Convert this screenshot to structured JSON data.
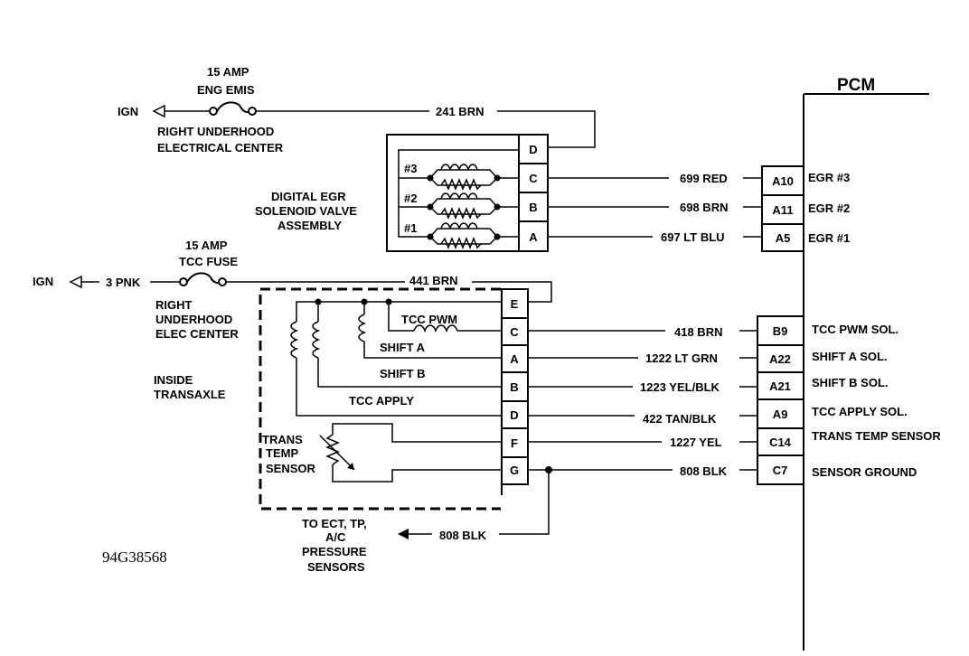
{
  "diagram_id": "94G38568",
  "pcm": {
    "title": "PCM",
    "pins": [
      {
        "pin": "A10",
        "function": "EGR #3"
      },
      {
        "pin": "A11",
        "function": "EGR #2"
      },
      {
        "pin": "A5",
        "function": "EGR #1"
      },
      {
        "pin": "B9",
        "function": "TCC PWM SOL."
      },
      {
        "pin": "A22",
        "function": "SHIFT A SOL."
      },
      {
        "pin": "A21",
        "function": "SHIFT B SOL."
      },
      {
        "pin": "A9",
        "function": "TCC APPLY SOL."
      },
      {
        "pin": "C14",
        "function": "TRANS TEMP SENSOR"
      },
      {
        "pin": "C7",
        "function": "SENSOR GROUND"
      }
    ]
  },
  "fuse_egr": {
    "amp": "15 AMP",
    "name": "ENG EMIS",
    "ign_label": "IGN",
    "location_line1": "RIGHT UNDERHOOD",
    "location_line2": "ELECTRICAL CENTER",
    "wire": "241 BRN"
  },
  "egr_valve": {
    "label_line1": "DIGITAL EGR",
    "label_line2": "SOLENOID VALVE",
    "label_line3": "ASSEMBLY",
    "pins": [
      "D",
      "C",
      "B",
      "A"
    ],
    "solenoids": [
      "#3",
      "#2",
      "#1"
    ],
    "wires": [
      "699 RED",
      "698 BRN",
      "697 LT BLU"
    ]
  },
  "fuse_tcc": {
    "amp": "15 AMP",
    "name": "TCC FUSE",
    "ign_label": "IGN",
    "feed_wire": "3 PNK",
    "location_line1": "RIGHT",
    "location_line2": "UNDERHOOD",
    "location_line3": "ELEC CENTER",
    "wire": "441 BRN"
  },
  "transaxle": {
    "label_line1": "INSIDE",
    "label_line2": "TRANSAXLE",
    "pins": [
      "E",
      "C",
      "A",
      "B",
      "D",
      "F",
      "G"
    ],
    "components": [
      "TCC PWM",
      "SHIFT A",
      "SHIFT B",
      "TCC  APPLY"
    ],
    "sensor_line1": "TRANS",
    "sensor_line2": "TEMP",
    "sensor_line3": "SENSOR",
    "wires": [
      "418 BRN",
      "1222 LT GRN",
      "1223 YEL/BLK",
      "422 TAN/BLK",
      "1227 YEL",
      "808 BLK"
    ]
  },
  "ground_branch": {
    "wire": "808 BLK",
    "label_line1": "TO ECT, TP,",
    "label_line2": "A/C",
    "label_line3": "PRESSURE",
    "label_line4": "SENSORS"
  }
}
